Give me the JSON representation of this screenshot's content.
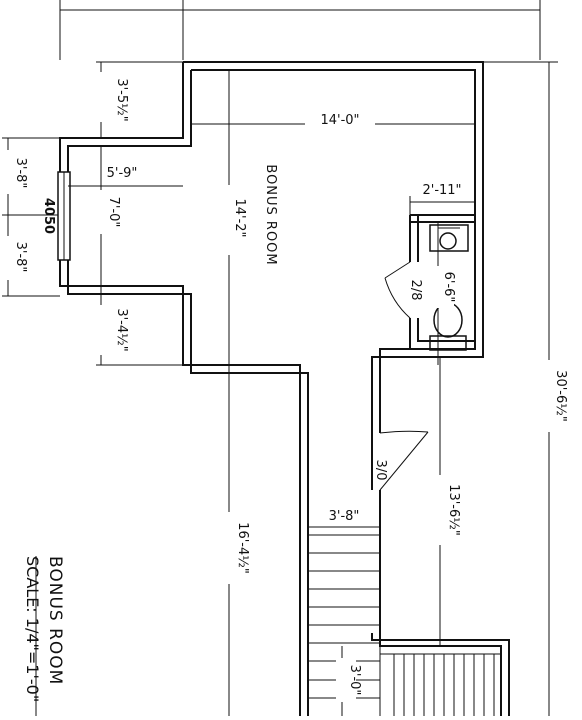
{
  "room": {
    "name": "BONUS ROOM"
  },
  "title": {
    "name": "BONUS ROOM",
    "scale": "SCALE: 1/4\"=1'-0\""
  },
  "window": {
    "code": "4050"
  },
  "doors": {
    "bath_door": "2/8",
    "main_door": "3/0"
  },
  "dimensions": {
    "upper_width": "14'-0\"",
    "upper_height": "14'-2\"",
    "bump_width": "5'-9\"",
    "bump_height": "7'-0\"",
    "left_top_offset": "3'-5½\"",
    "left_bottom_offset": "3'-4½\"",
    "window_left_upper": "3'-8\"",
    "window_left_lower": "3'-8\"",
    "bath_width": "2'-11\"",
    "bath_height": "6'-6\"",
    "overall_height": "30'-6½\"",
    "lower_right": "13'-6½\"",
    "lower_left": "16'-4½\"",
    "stair_width": "3'-8\"",
    "landing_height": "3'-0\""
  }
}
